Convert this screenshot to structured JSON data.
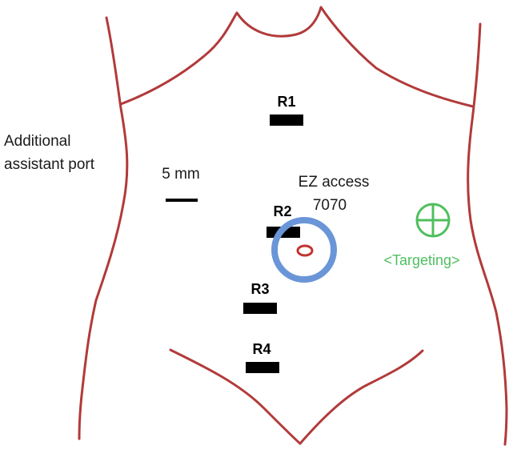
{
  "colors": {
    "outline": "#b23a3a",
    "port": "#000000",
    "access_ring": "#6a96d8",
    "umbilicus": "#c0342f",
    "target": "#4fbf5f"
  },
  "labels": {
    "r1": "R1",
    "r2": "R2",
    "r3": "R3",
    "r4": "R4",
    "assistant_line1": "Additional",
    "assistant_line2": "assistant port",
    "scale": "5 mm",
    "ez_line1": "EZ access",
    "ez_line2": "7070",
    "targeting": "<Targeting>"
  },
  "icons": {
    "target": "crosshair-target-icon"
  }
}
